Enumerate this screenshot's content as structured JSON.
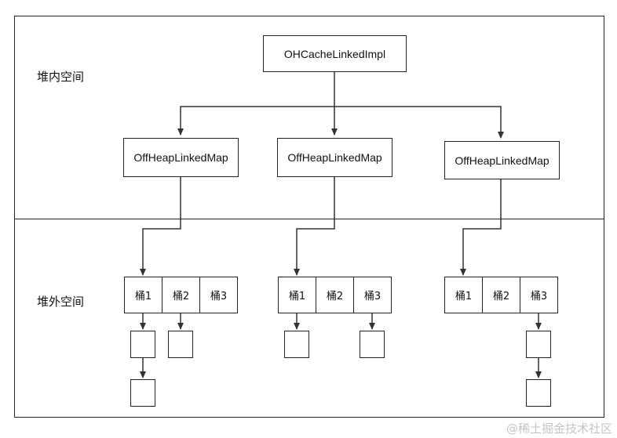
{
  "regions": {
    "heap_label": "堆内空间",
    "offheap_label": "堆外空间"
  },
  "root": {
    "label": "OHCacheLinkedImpl"
  },
  "maps": [
    {
      "label": "OffHeapLinkedMap"
    },
    {
      "label": "OffHeapLinkedMap"
    },
    {
      "label": "OffHeapLinkedMap"
    }
  ],
  "bucket_groups": [
    {
      "buckets": [
        "桶1",
        "桶2",
        "桶3"
      ]
    },
    {
      "buckets": [
        "桶1",
        "桶2",
        "桶3"
      ]
    },
    {
      "buckets": [
        "桶1",
        "桶2",
        "桶3"
      ]
    }
  ],
  "watermark": "@稀土掘金技术社区",
  "colors": {
    "line": "#333333",
    "border": "#222222"
  }
}
